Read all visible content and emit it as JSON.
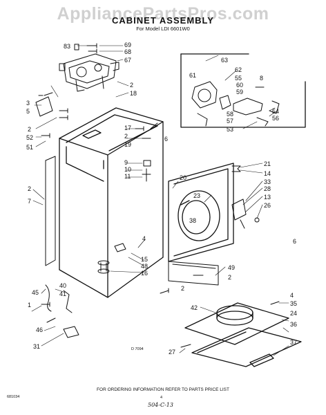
{
  "header": {
    "watermark": "AppliancePartsPros.com",
    "title": "CABINET ASSEMBLY",
    "subtitle": "For Model LDI 6601W0"
  },
  "footer": {
    "note": "FOR ORDERING INFORMATION REFER TO PARTS PRICE LIST",
    "code_left": "681034",
    "code_mid": "4",
    "handwritten": "504-C-13",
    "drawing_no": "D 7094"
  },
  "callouts": [
    "83",
    "69",
    "68",
    "67",
    "2",
    "18",
    "3",
    "5",
    "2",
    "52",
    "51",
    "17",
    "2",
    "19",
    "6",
    "9",
    "10",
    "11",
    "20",
    "23",
    "38",
    "21",
    "14",
    "33",
    "28",
    "13",
    "26",
    "6",
    "2",
    "7",
    "4",
    "15",
    "48",
    "16",
    "49",
    "2",
    "63",
    "62",
    "61",
    "55",
    "60",
    "59",
    "8",
    "58",
    "57",
    "53",
    "54",
    "56",
    "45",
    "40",
    "41",
    "1",
    "46",
    "31",
    "42",
    "4",
    "35",
    "24",
    "36",
    "37",
    "27",
    "2"
  ]
}
